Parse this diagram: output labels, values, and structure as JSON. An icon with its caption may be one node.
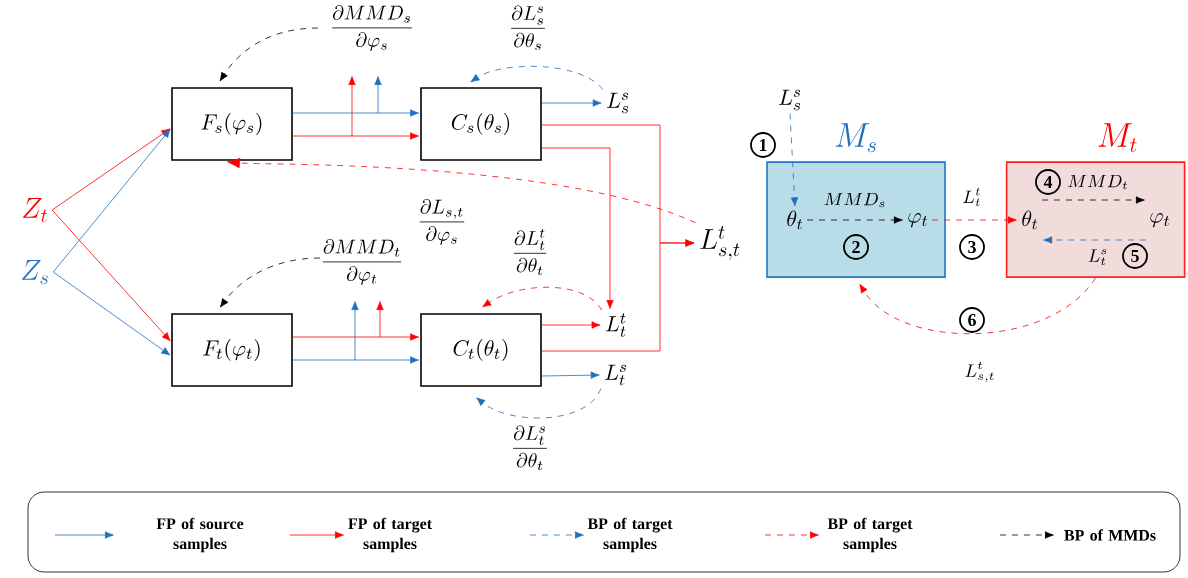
{
  "diagram": {
    "nodes": [
      {
        "text": [
          "Z_t"
        ]
      },
      {
        "text": [
          "Z_s"
        ]
      },
      {
        "text": [
          "F_s(\\varphi_s)"
        ]
      },
      {
        "text": [
          "C_s(\\theta_s)"
        ]
      },
      {
        "text": [
          "L_s^s"
        ]
      },
      {
        "text": [
          "F_t(\\varphi_t)"
        ]
      },
      {
        "text": [
          "C_t(\\theta_t)"
        ]
      },
      {
        "text": [
          "L_t^t"
        ]
      },
      {
        "text": [
          "L_t^s"
        ]
      },
      {
        "text": [
          "L_{s,t}^t"
        ]
      },
      {
        "text": [
          "M_s"
        ]
      },
      {
        "text": [
          "\\theta_t"
        ],
        "in": 10
      },
      {
        "text": [
          "\\varphi_t"
        ],
        "in": 10
      },
      {
        "text": [
          "M_t"
        ]
      },
      {
        "text": [
          "\\theta_t"
        ],
        "in": 13
      },
      {
        "text": [
          "\\varphi_t"
        ],
        "in": 13
      },
      {
        "text": [
          "L_s^s"
        ]
      }
    ],
    "edges": [
      {
        "from": 0,
        "to": 2,
        "arrow": "to",
        "color": "#ff0000"
      },
      {
        "from": 0,
        "to": 5,
        "arrow": "to",
        "color": "#ff0000"
      },
      {
        "from": 1,
        "to": 2,
        "arrow": "to",
        "color": "#1f6fc0"
      },
      {
        "from": 1,
        "to": 5,
        "arrow": "to",
        "color": "#1f6fc0"
      },
      {
        "from": 2,
        "to": 3,
        "arrow": "to",
        "color": "#1f6fc0"
      },
      {
        "from": 2,
        "to": 3,
        "arrow": "to",
        "color": "#ff0000"
      },
      {
        "from": 3,
        "to": 4,
        "arrow": "to",
        "color": "#1f6fc0"
      },
      {
        "from": 3,
        "to": 7,
        "arrow": "to",
        "color": "#ff0000"
      },
      {
        "from": 3,
        "to": 9,
        "arrow": "to",
        "color": "#ff0000"
      },
      {
        "from": 5,
        "to": 6,
        "arrow": "to",
        "color": "#ff0000"
      },
      {
        "from": 5,
        "to": 6,
        "arrow": "to",
        "color": "#1f6fc0"
      },
      {
        "from": 6,
        "to": 7,
        "arrow": "to",
        "color": "#ff0000"
      },
      {
        "from": 6,
        "to": 8,
        "arrow": "to",
        "color": "#1f6fc0"
      },
      {
        "from": 6,
        "to": 9,
        "arrow": "to",
        "color": "#ff0000"
      },
      {
        "from": null,
        "to": 2,
        "arrow": "to",
        "style": "dashed",
        "color": "#000000",
        "label": "\\frac{\\partial MMD_s}{\\partial \\varphi_s}"
      },
      {
        "from": 4,
        "to": 3,
        "arrow": "to",
        "style": "dashed",
        "color": "#1f6fc0",
        "label": "\\frac{\\partial L_s^s}{\\partial \\theta_s}"
      },
      {
        "from": 9,
        "to": 2,
        "arrow": "to",
        "style": "dashed",
        "color": "#ff0000",
        "label": "\\frac{\\partial L_{s,t}}{\\partial \\varphi_s}"
      },
      {
        "from": null,
        "to": 5,
        "arrow": "to",
        "style": "dashed",
        "color": "#000000",
        "label": "\\frac{\\partial MMD_t}{\\partial \\varphi_t}"
      },
      {
        "from": 7,
        "to": 6,
        "arrow": "to",
        "style": "dashed",
        "color": "#ff0000",
        "label": "\\frac{\\partial L_t^t}{\\partial \\theta_t}"
      },
      {
        "from": 8,
        "to": 6,
        "arrow": "to",
        "style": "dashed",
        "color": "#1f6fc0",
        "label": "\\frac{\\partial L_t^s}{\\partial \\theta_t}"
      },
      {
        "from": 16,
        "to": 11,
        "arrow": "to",
        "style": "dashed",
        "color": "#1f6fc0"
      },
      {
        "from": 11,
        "to": 12,
        "arrow": "to",
        "style": "dashed",
        "color": "#000000",
        "label": "MMD_s"
      },
      {
        "from": 12,
        "to": 14,
        "arrow": "to",
        "style": "dashed",
        "color": "#ff0000",
        "label": "L_t^t"
      },
      {
        "from": 14,
        "to": 15,
        "arrow": "to",
        "style": "dashed",
        "color": "#000000",
        "label": "MMD_t"
      },
      {
        "from": 15,
        "to": 14,
        "arrow": "to",
        "style": "dashed",
        "color": "#1f6fc0",
        "label": "L_t^s"
      },
      {
        "from": 13,
        "to": 10,
        "arrow": "to",
        "style": "dashed",
        "color": "#ff0000",
        "label": "L_{s,t}^t"
      }
    ],
    "labels": [
      "1",
      "2",
      "3",
      "4",
      "5",
      "6"
    ],
    "legend": [
      {
        "text": "FP of source samples"
      },
      {
        "text": "FP of target samples"
      },
      {
        "text": "BP of target samples"
      },
      {
        "text": "BP of target samples"
      },
      {
        "text": "BP of MMDs"
      }
    ]
  }
}
